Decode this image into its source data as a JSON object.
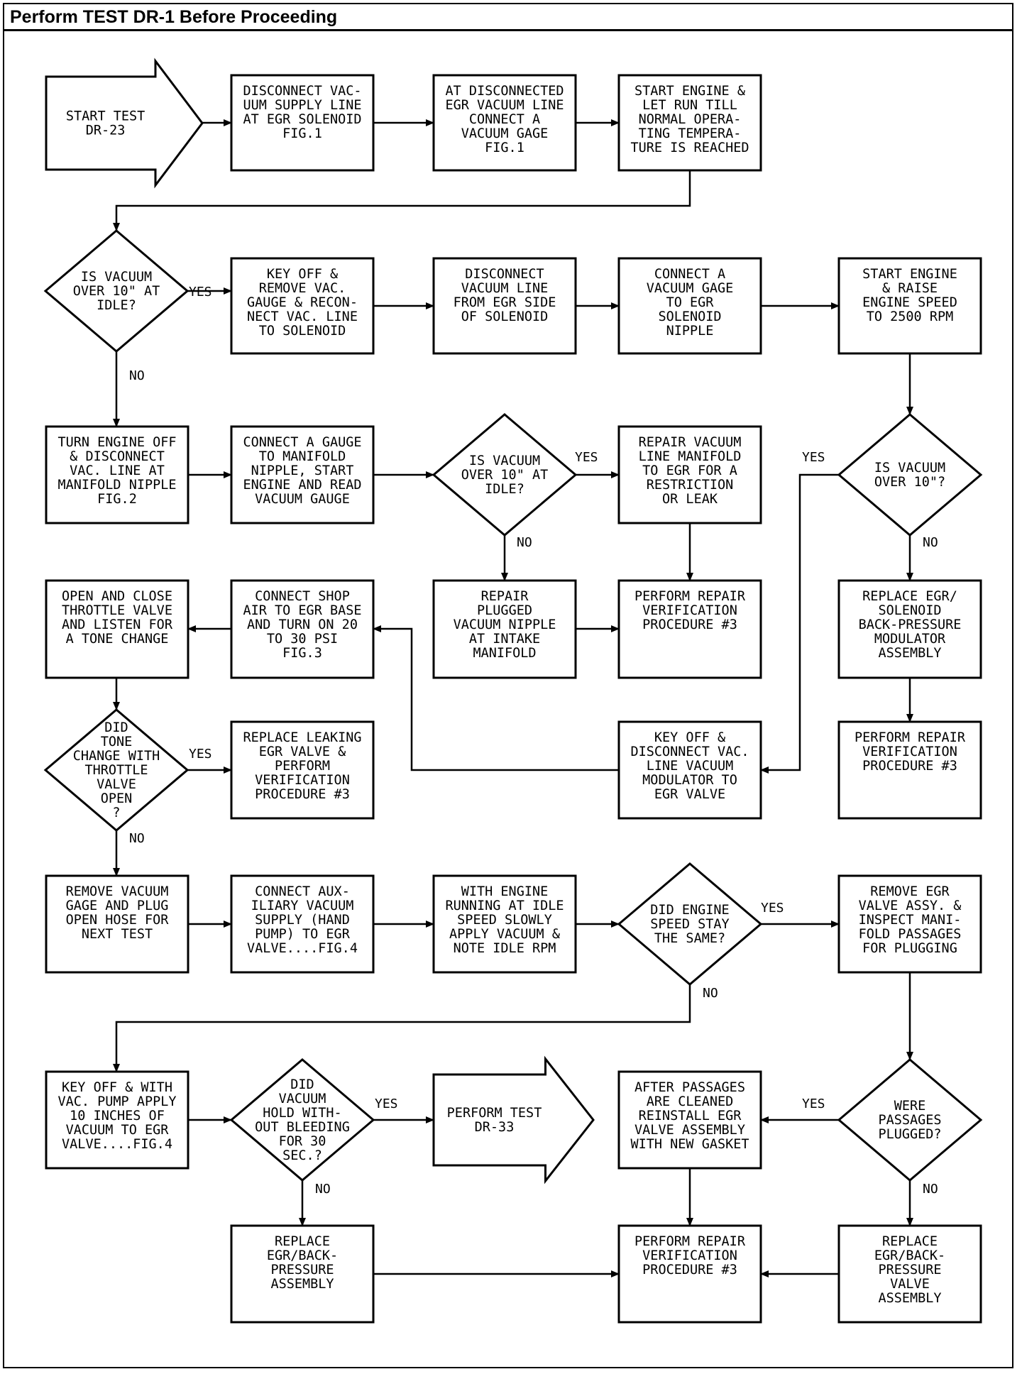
{
  "title": "Perform TEST DR-1 Before Proceeding",
  "nodes": {
    "start": [
      "START TEST",
      "DR-23"
    ],
    "disc_supply": [
      "DISCONNECT VAC-",
      "UUM SUPPLY LINE",
      "AT EGR SOLENOID",
      "FIG.1"
    ],
    "at_disc": [
      "AT DISCONNECTED",
      "EGR VACUUM LINE",
      "CONNECT A",
      "VACUUM GAGE",
      "FIG.1"
    ],
    "start_engine": [
      "START ENGINE &",
      "LET RUN TILL",
      "NORMAL OPERA-",
      "TING TEMPERA-",
      "TURE IS REACHED"
    ],
    "d_vac_idle_1": [
      "IS VACUUM",
      "OVER 10\" AT",
      "IDLE?"
    ],
    "key_off_remove": [
      "KEY OFF &",
      "REMOVE VAC.",
      "GAUGE & RECON-",
      "NECT VAC. LINE",
      "TO SOLENOID"
    ],
    "disc_egr_side": [
      "DISCONNECT",
      "VACUUM LINE",
      "FROM EGR SIDE",
      "OF SOLENOID"
    ],
    "connect_gage_egr": [
      "CONNECT A",
      "VACUUM GAGE",
      "TO EGR",
      "SOLENOID",
      "NIPPLE"
    ],
    "raise_speed": [
      "START ENGINE",
      "& RAISE",
      "ENGINE SPEED",
      "TO 2500 RPM"
    ],
    "turn_off_disc": [
      "TURN ENGINE OFF",
      "& DISCONNECT",
      "VAC. LINE AT",
      "MANIFOLD NIPPLE",
      "FIG.2"
    ],
    "connect_gauge_manifold": [
      "CONNECT A GAUGE",
      "TO MANIFOLD",
      "NIPPLE, START",
      "ENGINE AND READ",
      "VACUUM GAUGE"
    ],
    "d_vac_idle_2": [
      "IS VACUUM",
      "OVER 10\" AT",
      "IDLE?"
    ],
    "repair_manifold_line": [
      "REPAIR VACUUM",
      "LINE MANIFOLD",
      "TO EGR FOR A",
      "RESTRICTION",
      "OR LEAK"
    ],
    "d_vac_over10": [
      "IS VACUUM",
      "OVER 10\"?"
    ],
    "open_close_throttle": [
      "OPEN AND CLOSE",
      "THROTTLE VALVE",
      "AND LISTEN FOR",
      "A TONE CHANGE"
    ],
    "shop_air": [
      "CONNECT SHOP",
      "AIR TO EGR BASE",
      "AND TURN ON 20",
      "TO 30 PSI",
      "FIG.3"
    ],
    "repair_plugged": [
      "REPAIR",
      "PLUGGED",
      "VACUUM NIPPLE",
      "AT INTAKE",
      "MANIFOLD"
    ],
    "prv_a": [
      "PERFORM REPAIR",
      "VERIFICATION",
      "PROCEDURE #3"
    ],
    "replace_solenoid": [
      "REPLACE EGR/",
      "SOLENOID",
      "BACK-PRESSURE",
      "MODULATOR",
      "ASSEMBLY"
    ],
    "d_tone": [
      "DID",
      "TONE",
      "CHANGE WITH",
      "THROTTLE",
      "VALVE",
      "OPEN",
      "?"
    ],
    "replace_leaking": [
      "REPLACE LEAKING",
      "EGR VALVE &",
      "PERFORM",
      "VERIFICATION",
      "PROCEDURE #3"
    ],
    "key_off_disc_mod": [
      "KEY OFF &",
      "DISCONNECT VAC.",
      "LINE VACUUM",
      "MODULATOR TO",
      "EGR VALVE"
    ],
    "prv_b": [
      "PERFORM REPAIR",
      "VERIFICATION",
      "PROCEDURE #3"
    ],
    "remove_gage_plug": [
      "REMOVE VACUUM",
      "GAGE AND PLUG",
      "OPEN HOSE FOR",
      "NEXT TEST"
    ],
    "aux_vacuum": [
      "CONNECT AUX-",
      "ILIARY VACUUM",
      "SUPPLY (HAND",
      "PUMP) TO EGR",
      "VALVE....FIG.4"
    ],
    "engine_idle_apply": [
      "WITH ENGINE",
      "RUNNING AT IDLE",
      "SPEED SLOWLY",
      "APPLY VACUUM &",
      "NOTE IDLE RPM"
    ],
    "d_speed_same": [
      "DID ENGINE",
      "SPEED STAY",
      "THE SAME?"
    ],
    "remove_egr_inspect": [
      "REMOVE EGR",
      "VALVE ASSY. &",
      "INSPECT MANI-",
      "FOLD PASSAGES",
      "FOR PLUGGING"
    ],
    "key_off_pump": [
      "KEY OFF & WITH",
      "VAC. PUMP APPLY",
      "10 INCHES OF",
      "VACUUM TO EGR",
      "VALVE....FIG.4"
    ],
    "d_vac_hold": [
      "DID",
      "VACUUM",
      "HOLD WITH-",
      "OUT BLEEDING",
      "FOR 30",
      "SEC.?"
    ],
    "perform_dr33": [
      "PERFORM TEST",
      "DR-33"
    ],
    "after_passages": [
      "AFTER PASSAGES",
      "ARE CLEANED",
      "REINSTALL EGR",
      "VALVE ASSEMBLY",
      "WITH NEW GASKET"
    ],
    "d_plugged": [
      "WERE",
      "PASSAGES",
      "PLUGGED?"
    ],
    "replace_egr_bp_assy": [
      "REPLACE",
      "EGR/BACK-",
      "PRESSURE",
      "ASSEMBLY"
    ],
    "prv_c": [
      "PERFORM REPAIR",
      "VERIFICATION",
      "PROCEDURE #3"
    ],
    "replace_egr_bp_valve": [
      "REPLACE",
      "EGR/BACK-",
      "PRESSURE",
      "VALVE",
      "ASSEMBLY"
    ]
  },
  "labels": {
    "yes": "YES",
    "no": "NO"
  }
}
